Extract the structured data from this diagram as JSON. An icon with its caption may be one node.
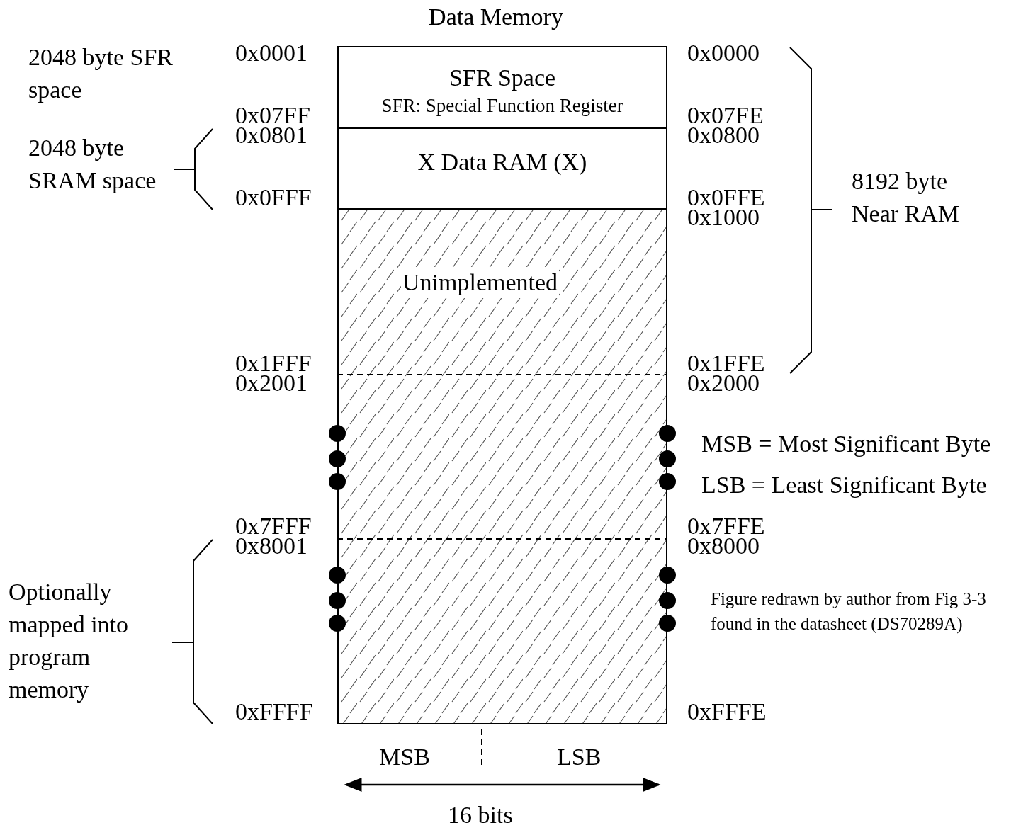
{
  "diagram": {
    "title": "Data Memory",
    "caption": "Figure redrawn by author from Fig 3-3 found in the datasheet (DS70289A)",
    "nodes": [
      {
        "text": [
          "SFR Space",
          "SFR: Special Function Register"
        ]
      },
      {
        "text": [
          "X Data RAM (X)"
        ]
      },
      {
        "text": [
          "Unimplemented"
        ]
      }
    ],
    "edges": [],
    "labels": [
      "2048 byte SFR space",
      "0x0001",
      "0x0000",
      "0x07FF",
      "0x07FE",
      "0x0801",
      "0x0800",
      "2048 byte SRAM space",
      "8192 byte Near RAM",
      "0x0FFF",
      "0x0FFE",
      "0x1000",
      "0x1FFF",
      "0x1FFE",
      "0x2001",
      "0x2000",
      "MSB = Most Significant Byte",
      "LSB = Least Significant Byte",
      "0x7FFF",
      "0x7FFE",
      "0x8001",
      "0x8000",
      "Optionally mapped into program memory",
      "0xFFFF",
      "0xFFFE",
      "MSB",
      "LSB",
      "16 bits"
    ]
  }
}
